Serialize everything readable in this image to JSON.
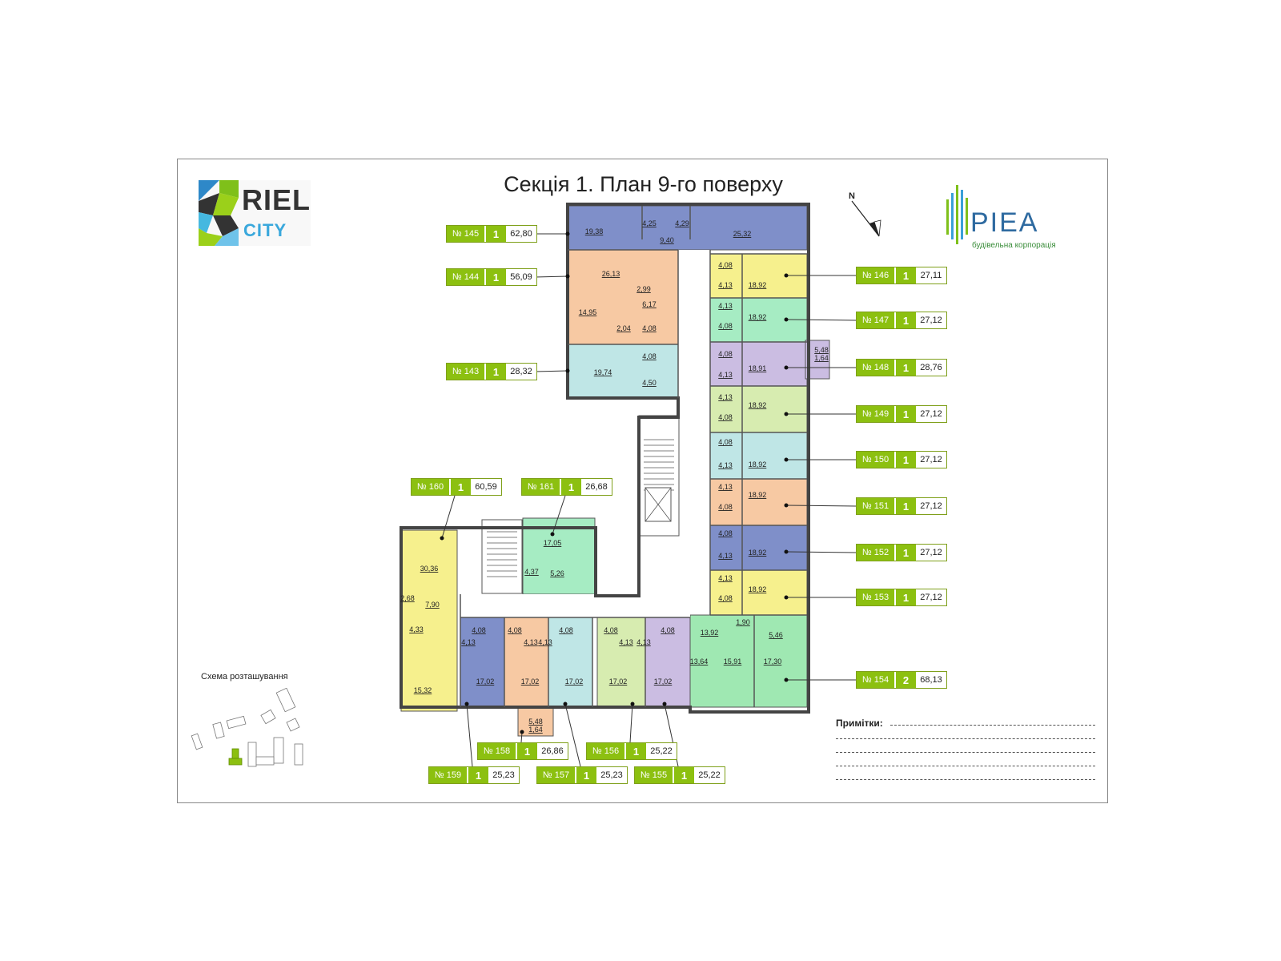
{
  "title": "Секція 1. План 9-го поверху",
  "logos": {
    "riel_city": {
      "word1": "RIEL",
      "word2": "CITY"
    },
    "piea": {
      "word1": "PIEA",
      "word2": "будівельна корпорація"
    }
  },
  "compass_label": "N",
  "schema_label": "Схема розташування",
  "notes_label": "Примітки:",
  "colors": {
    "tag_green": "#8cc010",
    "blue": "#7f8fc9",
    "orange": "#f7c9a3",
    "yellow": "#f6f08d",
    "mint": "#a6ecc3",
    "teal": "#bfe6e6",
    "lilac": "#cbbde2",
    "lightgreen": "#d7ecb0",
    "green": "#9fe8b2"
  },
  "apartments": [
    {
      "number": "№ 145",
      "rooms": "1",
      "area": "62,80"
    },
    {
      "number": "№ 144",
      "rooms": "1",
      "area": "56,09"
    },
    {
      "number": "№ 143",
      "rooms": "1",
      "area": "28,32"
    },
    {
      "number": "№ 146",
      "rooms": "1",
      "area": "27,11"
    },
    {
      "number": "№ 147",
      "rooms": "1",
      "area": "27,12"
    },
    {
      "number": "№ 148",
      "rooms": "1",
      "area": "28,76"
    },
    {
      "number": "№ 149",
      "rooms": "1",
      "area": "27,12"
    },
    {
      "number": "№ 150",
      "rooms": "1",
      "area": "27,12"
    },
    {
      "number": "№ 151",
      "rooms": "1",
      "area": "27,12"
    },
    {
      "number": "№ 152",
      "rooms": "1",
      "area": "27,12"
    },
    {
      "number": "№ 153",
      "rooms": "1",
      "area": "27,12"
    },
    {
      "number": "№ 154",
      "rooms": "2",
      "area": "68,13"
    },
    {
      "number": "№ 160",
      "rooms": "1",
      "area": "60,59"
    },
    {
      "number": "№ 161",
      "rooms": "1",
      "area": "26,68"
    },
    {
      "number": "№ 158",
      "rooms": "1",
      "area": "26,86"
    },
    {
      "number": "№ 156",
      "rooms": "1",
      "area": "25,22"
    },
    {
      "number": "№ 159",
      "rooms": "1",
      "area": "25,23"
    },
    {
      "number": "№ 157",
      "rooms": "1",
      "area": "25,23"
    },
    {
      "number": "№ 155",
      "rooms": "1",
      "area": "25,22"
    }
  ],
  "room_areas": [
    "19,38",
    "4,25",
    "4,29",
    "9,40",
    "25,32",
    "26,13",
    "2,99",
    "6,17",
    "14,95",
    "2,04",
    "4,08",
    "4,08",
    "19,74",
    "4,50",
    "4,08",
    "4,13",
    "18,92",
    "4,13",
    "4,08",
    "18,92",
    "4,08",
    "4,13",
    "18,91",
    "5,48",
    "1,64",
    "4,13",
    "4,08",
    "18,92",
    "4,08",
    "4,13",
    "18,92",
    "4,13",
    "4,08",
    "18,92",
    "4,08",
    "4,13",
    "18,92",
    "4,13",
    "4,08",
    "18,92",
    "13,92",
    "1,90",
    "5,46",
    "13,64",
    "15,91",
    "17,30",
    "30,36",
    "2,68",
    "7,90",
    "4,33",
    "15,32",
    "17,05",
    "4,37",
    "5,26",
    "4,08",
    "4,13",
    "17,02",
    "4,08",
    "4,13",
    "17,02",
    "5,48",
    "1,64",
    "4,13",
    "4,08",
    "17,02",
    "4,08",
    "4,13",
    "17,02",
    "4,13",
    "4,08",
    "17,02"
  ]
}
